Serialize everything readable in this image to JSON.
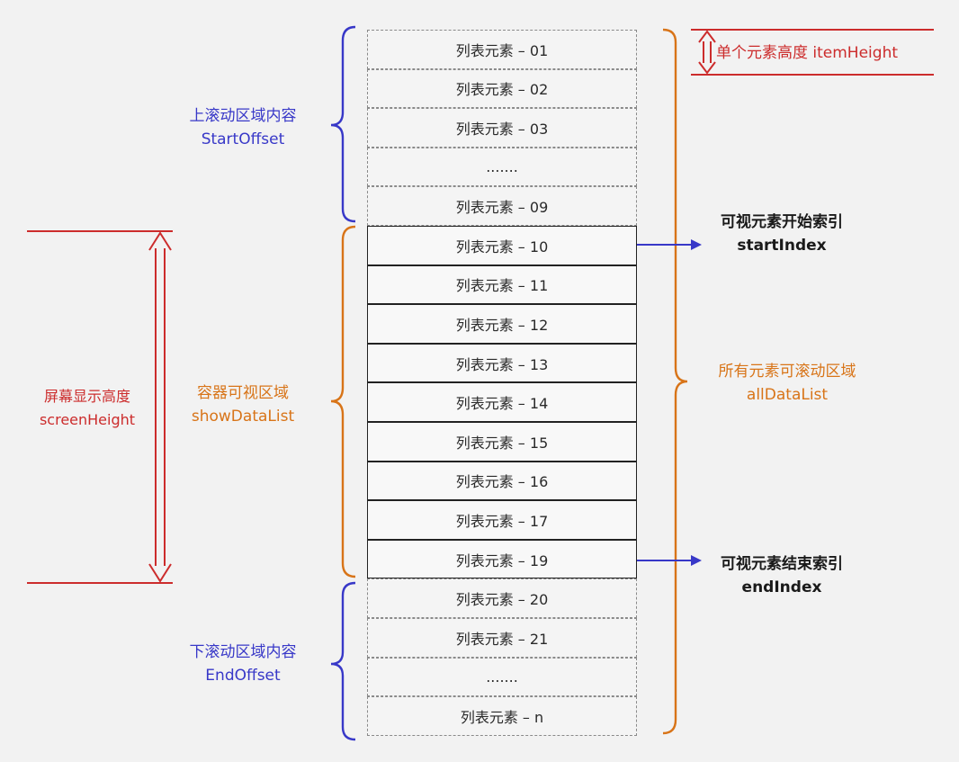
{
  "list": {
    "items": [
      {
        "text": "列表元素 – 01",
        "visible": false
      },
      {
        "text": "列表元素 – 02",
        "visible": false
      },
      {
        "text": "列表元素 – 03",
        "visible": false
      },
      {
        "text": ".......",
        "visible": false
      },
      {
        "text": "列表元素 – 09",
        "visible": false
      },
      {
        "text": "列表元素 – 10",
        "visible": true
      },
      {
        "text": "列表元素 – 11",
        "visible": true
      },
      {
        "text": "列表元素 – 12",
        "visible": true
      },
      {
        "text": "列表元素 – 13",
        "visible": true
      },
      {
        "text": "列表元素 – 14",
        "visible": true
      },
      {
        "text": "列表元素 – 15",
        "visible": true
      },
      {
        "text": "列表元素 – 16",
        "visible": true
      },
      {
        "text": "列表元素 – 17",
        "visible": true
      },
      {
        "text": "列表元素 – 19",
        "visible": true
      },
      {
        "text": "列表元素 – 20",
        "visible": false
      },
      {
        "text": "列表元素 – 21",
        "visible": false
      },
      {
        "text": ".......",
        "visible": false
      },
      {
        "text": "列表元素 – n",
        "visible": false
      }
    ]
  },
  "labels": {
    "start_offset": {
      "line1": "上滚动区域内容",
      "line2": "StartOffset"
    },
    "show_data_list": {
      "line1": "容器可视区域",
      "line2": "showDataList"
    },
    "end_offset": {
      "line1": "下滚动区域内容",
      "line2": "EndOffset"
    },
    "screen_height": {
      "line1": "屏幕显示高度",
      "line2": "screenHeight"
    },
    "item_height": "单个元素高度 itemHeight",
    "start_index": {
      "line1": "可视元素开始索引",
      "line2": "startIndex"
    },
    "all_data_list": {
      "line1": "所有元素可滚动区域",
      "line2": "allDataList"
    },
    "end_index": {
      "line1": "可视元素结束索引",
      "line2": "endIndex"
    }
  },
  "colors": {
    "blue": "#3838c8",
    "orange": "#d87418",
    "red": "#cc2c2c",
    "dark": "#1a1a1a"
  }
}
